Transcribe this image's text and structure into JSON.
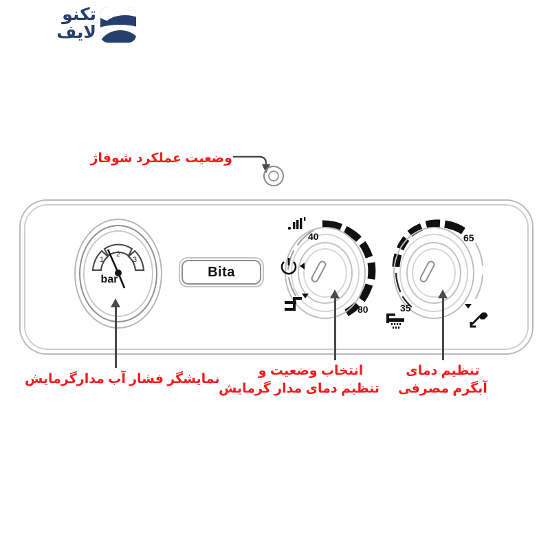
{
  "brand": {
    "logo_line1": "تکنو",
    "logo_line2": "لایف",
    "logo_icon": "techno-life-mark",
    "logo_color": "#26406e"
  },
  "callouts": {
    "led_status": "وضعیت عملکرد شوفاژ",
    "pressure_gauge": "نمایشگر فشار آب مدارگرمایش",
    "mode_knob_line1": "انتخاب وضعیت و",
    "mode_knob_line2": "تنظیم دمای مدار گرمایش",
    "dhw_knob_line1": "تنظیم دمای",
    "dhw_knob_line2": "آبگرم مصرفی",
    "color": "#f41b1b"
  },
  "panel": {
    "brand_plate": "Bita",
    "gauge": {
      "unit_label": "bar",
      "scale_marks": [
        "1",
        "2",
        "3"
      ],
      "needle_angle_deg": -22
    },
    "mode_knob": {
      "min_label": "40",
      "max_label": "80",
      "icons": {
        "radiator": "radiator-icon",
        "power": "power-icon",
        "faucet": "faucet-icon"
      },
      "power_symbol": "⏻"
    },
    "dhw_knob": {
      "max_label": "65",
      "min_label": "35",
      "icons": {
        "shower": "shower-icon",
        "wrench": "wrench-icon"
      }
    }
  }
}
